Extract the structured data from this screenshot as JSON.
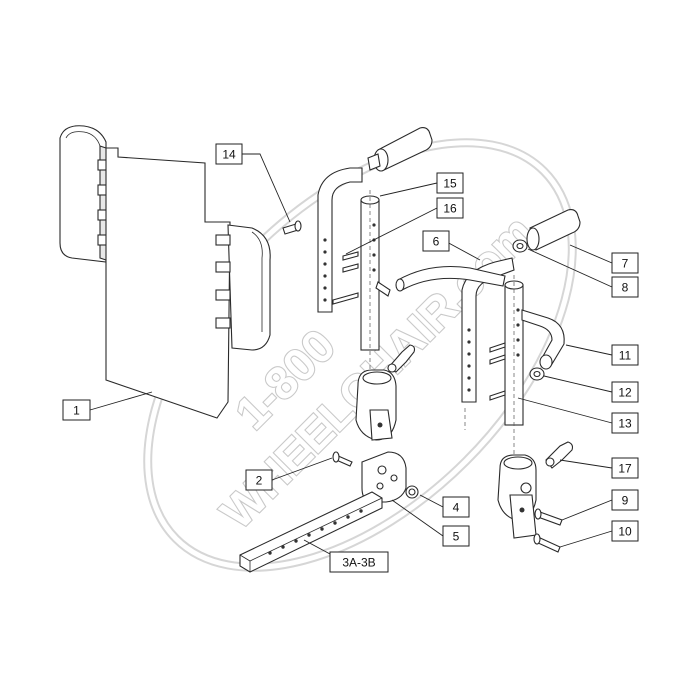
{
  "watermark": {
    "line1": "1-800",
    "line2": "WHEELCHAIR.com"
  },
  "callouts": [
    {
      "id": "c1",
      "label": "1"
    },
    {
      "id": "c2",
      "label": "2"
    },
    {
      "id": "c3",
      "label": "3A-3B"
    },
    {
      "id": "c4",
      "label": "4"
    },
    {
      "id": "c5",
      "label": "5"
    },
    {
      "id": "c6",
      "label": "6"
    },
    {
      "id": "c7",
      "label": "7"
    },
    {
      "id": "c8",
      "label": "8"
    },
    {
      "id": "c9",
      "label": "9"
    },
    {
      "id": "c10",
      "label": "10"
    },
    {
      "id": "c11",
      "label": "11"
    },
    {
      "id": "c12",
      "label": "12"
    },
    {
      "id": "c13",
      "label": "13"
    },
    {
      "id": "c14",
      "label": "14"
    },
    {
      "id": "c15",
      "label": "15"
    },
    {
      "id": "c16",
      "label": "16"
    },
    {
      "id": "c17",
      "label": "17"
    }
  ],
  "colors": {
    "line": "#2a2a2a",
    "watermark_outline": "#c9c9c9",
    "background": "#ffffff"
  }
}
